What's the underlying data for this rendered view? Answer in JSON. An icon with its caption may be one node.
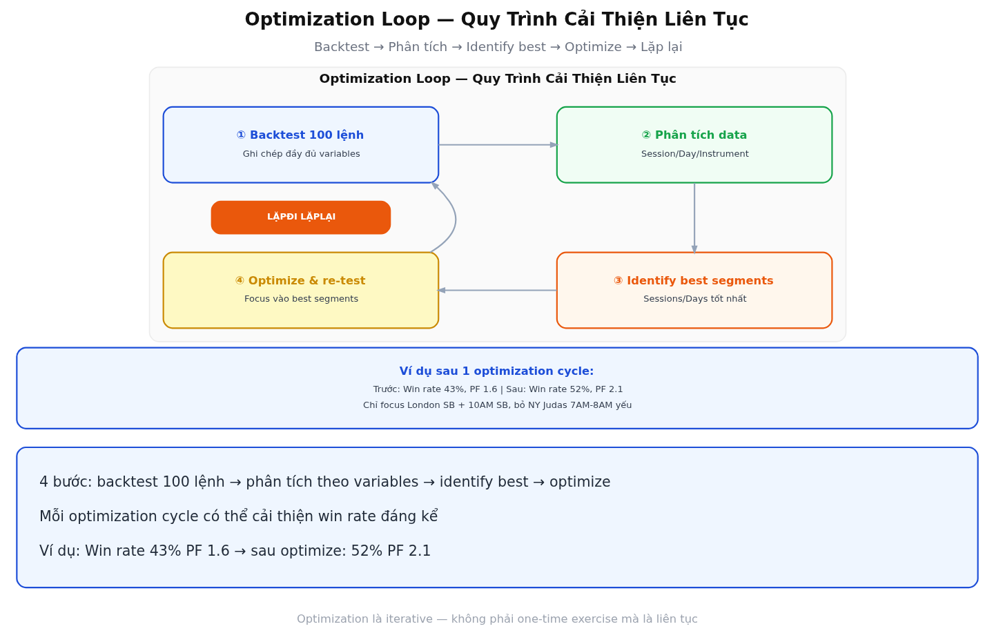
{
  "diagram": {
    "title": "Optimization Loop — Quy Trình Cải Thiện Liên Tục",
    "caption": "Optimization là iterative — không phải one-time exercise mà là liên tục",
    "nodes": [
      {
        "text": [
          "Optimization Loop — Quy Trình Cải Thiện Liên Tục"
        ]
      },
      {
        "text": [
          "① Backtest 100 lệnh",
          "Ghi chép đầy đủ variables"
        ],
        "in": 0
      },
      {
        "text": [
          "② Phân tích data",
          "Session/Day/Instrument"
        ],
        "in": 0
      },
      {
        "text": [
          "LẶPĐI LẶPLẠI"
        ],
        "in": 0
      },
      {
        "text": [
          "④ Optimize & re-test",
          "Focus vào best segments"
        ],
        "in": 0
      },
      {
        "text": [
          "③ Identify best segments",
          "Sessions/Days tốt nhất"
        ],
        "in": 0
      },
      {
        "text": [
          "Ví dụ sau 1 optimization cycle:",
          "Trước: Win rate 43%, PF 1.6 | Sau: Win rate 52%, PF 2.1",
          "Chỉ focus London SB + 10AM SB, bỏ NY Judas 7AM-8AM yếu"
        ]
      },
      {
        "text": [
          "4 bước: backtest 100 lệnh → phân tích theo variables → identify best → optimize",
          "Mỗi optimization cycle có thể cải thiện win rate đáng kể",
          "Ví dụ: Win rate 43% PF 1.6 → sau optimize: 52% PF 2.1"
        ]
      }
    ],
    "edges": [
      {
        "from": 1,
        "to": 2,
        "arrow": "to"
      },
      {
        "from": 2,
        "to": 5,
        "arrow": "to"
      },
      {
        "from": 5,
        "to": 4,
        "arrow": "to"
      },
      {
        "from": 4,
        "to": 1,
        "arrow": "to"
      }
    ],
    "labels": [
      "Backtest → Phân tích → Identify best → Optimize → Lặp lại"
    ]
  }
}
